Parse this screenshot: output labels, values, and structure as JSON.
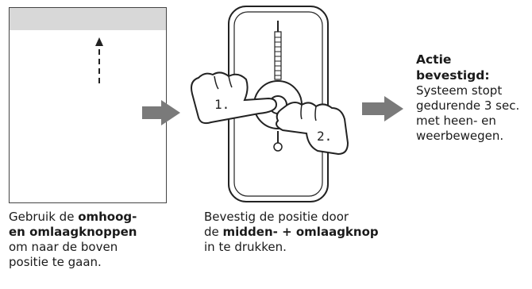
{
  "step1": {
    "line1_pre": "Gebruik de ",
    "line1_bold": "omhoog-",
    "line2_bold": "en omlaagknoppen",
    "line3": "om naar de boven",
    "line4": "positie te gaan."
  },
  "step2": {
    "line1": "Bevestig de positie door",
    "line2_pre": "de ",
    "line2_bold": "midden- + omlaagknop",
    "line3": "in te drukken.",
    "finger1_label": "1.",
    "finger2_label": "2."
  },
  "step3": {
    "title_line1": "Actie",
    "title_line2": "bevestigd:",
    "line1": "Systeem stopt",
    "line2": "gedurende 3 sec.",
    "line3": "met heen- en",
    "line4": "weerbewegen."
  },
  "colors": {
    "arrow": "#7a7a7a",
    "outline": "#222222",
    "panel_top": "#d8d8d8"
  }
}
